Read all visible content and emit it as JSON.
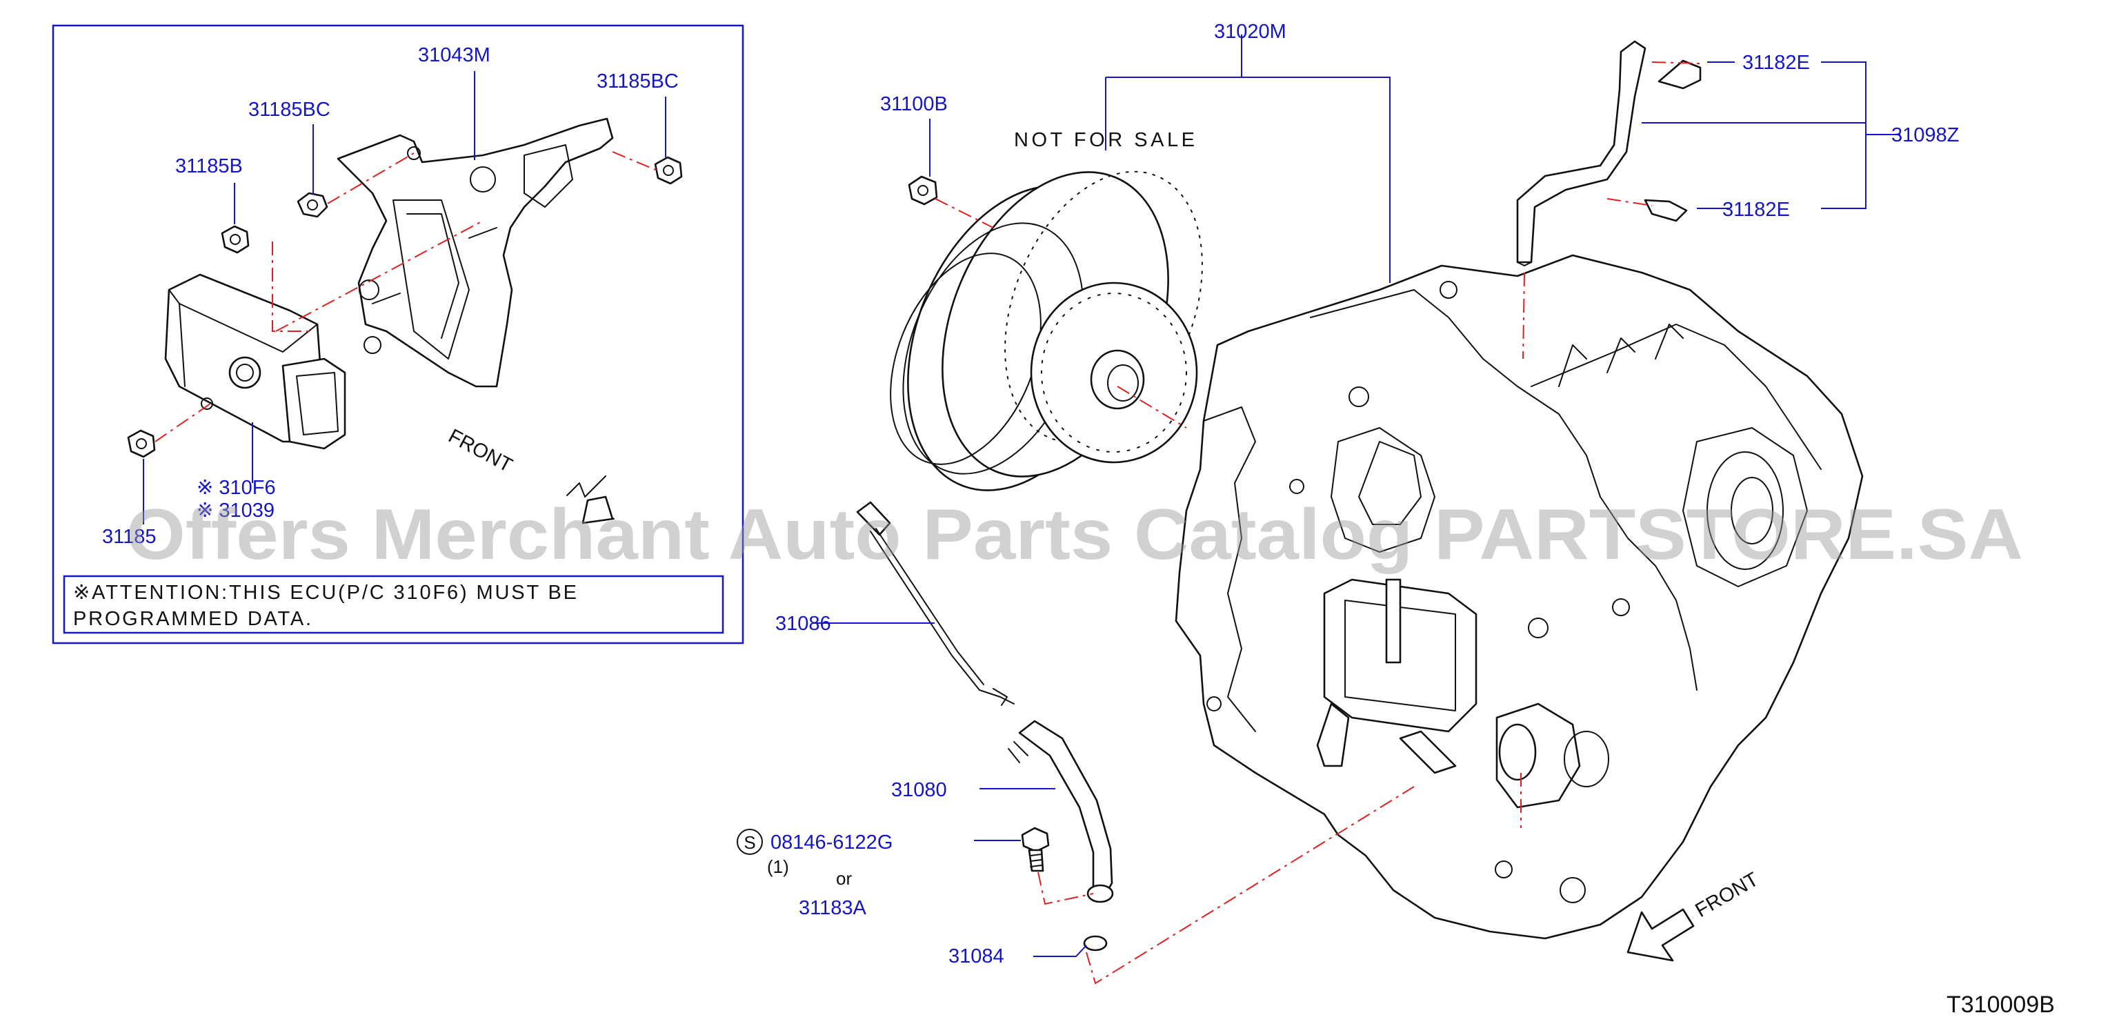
{
  "diagram_code": "T310009B",
  "watermark": "Offers Merchant Auto Parts Catalog PARTSTORE.SA",
  "inset": {
    "attention_line1": "※ATTENTION:THIS ECU(P/C 310F6) MUST BE",
    "attention_line2": "PROGRAMMED DATA.",
    "front_label": "FRONT"
  },
  "main": {
    "front_label": "FRONT",
    "not_for_sale": "NOT FOR SALE",
    "bolt_symbol": "S",
    "bolt_qty": "(1)",
    "or_text": "or"
  },
  "parts": {
    "p31043M": "31043M",
    "p31185BC_left": "31185BC",
    "p31185BC_right": "31185BC",
    "p31185B": "31185B",
    "p310F6": "※ 310F6",
    "p31039": "※ 31039",
    "p31185_bottom": "31185",
    "p31100B": "31100B",
    "p31020M": "31020M",
    "p31182E_top": "31182E",
    "p31182E_bottom": "31182E",
    "p31098Z": "31098Z",
    "p31086": "31086",
    "p31080": "31080",
    "p08146": "08146-6122G",
    "p31183A": "31183A",
    "p31084": "31084"
  },
  "colors": {
    "callout_text": "#1515c8",
    "centerline": "#e02020",
    "line_art": "#111111"
  }
}
